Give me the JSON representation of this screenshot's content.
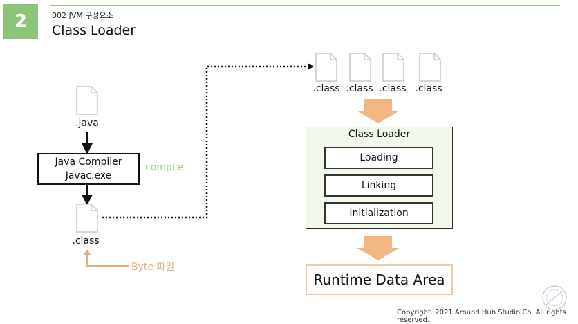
{
  "header": {
    "badge": "2",
    "subtitle": "002 JVM 구성요소",
    "title": "Class Loader"
  },
  "left_flow": {
    "java_label": ".java",
    "compiler_line1": "Java Compiler",
    "compiler_line2": "Javac.exe",
    "compile_label": "compile",
    "class_label": ".class",
    "byte_label": "Byte 파일"
  },
  "class_files": [
    ".class",
    ".class",
    ".class",
    ".class"
  ],
  "class_loader": {
    "title": "Class Loader",
    "stages": [
      "Loading",
      "Linking",
      "Initialization"
    ]
  },
  "runtime": {
    "label": "Runtime Data Area"
  },
  "footer": {
    "copyright": "Copyright. 2021 Around Hub Studio Co. All rights reserved."
  },
  "colors": {
    "accent_green": "#8cc47a",
    "compile_text": "#9fcf88",
    "arrow_orange": "#f2b682",
    "byte_arrow": "#e0ad82",
    "loader_bg": "#f0f9ea"
  },
  "icons": [
    "file-icon",
    "down-arrow-icon",
    "dotted-connector",
    "orange-block-arrow-icon",
    "stamp-icon"
  ]
}
